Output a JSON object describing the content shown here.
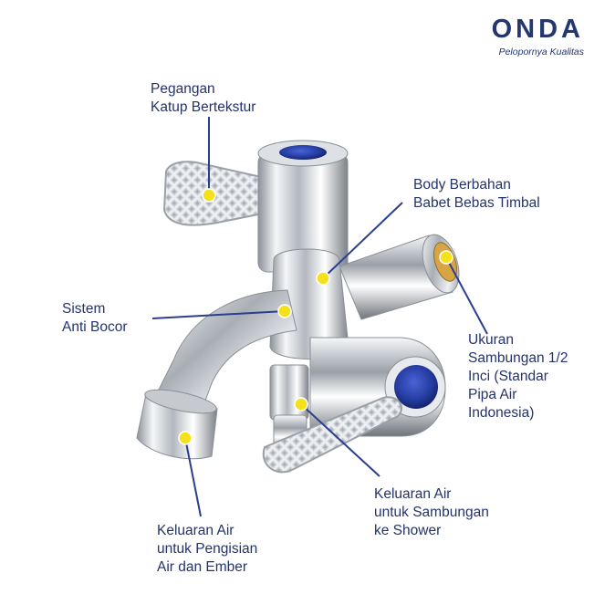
{
  "brand": {
    "name": "ONDA",
    "tagline": "Pelopornya Kualitas"
  },
  "colors": {
    "line": "#2a3f8f",
    "dot": "#f5e11a",
    "text": "#24336b",
    "brand": "#23366f",
    "cap": "#233a9e"
  },
  "callouts": [
    {
      "lines": [
        "Pegangan",
        "Katup Bertekstur"
      ]
    },
    {
      "lines": [
        "Body Berbahan",
        "Babet Bebas Timbal"
      ]
    },
    {
      "lines": [
        "Sistem",
        "Anti Bocor"
      ]
    },
    {
      "lines": [
        "Ukuran",
        "Sambungan 1/2",
        "Inci (Standar",
        "Pipa Air",
        "Indonesia)"
      ]
    },
    {
      "lines": [
        "Keluaran Air",
        "untuk Sambungan",
        "ke Shower"
      ]
    },
    {
      "lines": [
        "Keluaran Air",
        "untuk Pengisian",
        "Air dan Ember"
      ]
    }
  ]
}
